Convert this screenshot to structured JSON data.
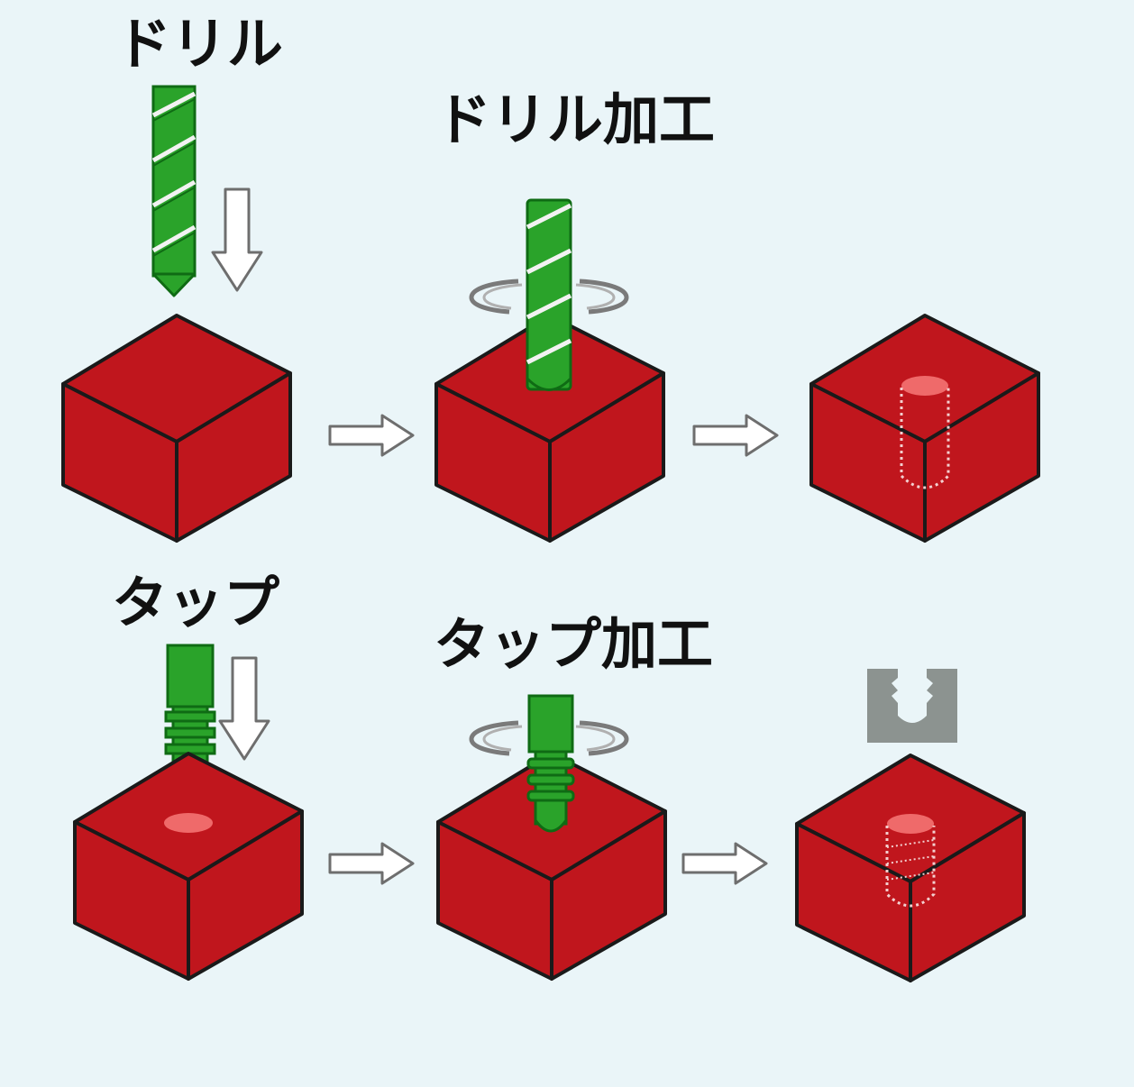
{
  "labels": {
    "drill": "ドリル",
    "drilling": "ドリル加工",
    "tap": "タップ",
    "tapping": "タップ加工"
  },
  "colors": {
    "background": "#eaf5f8",
    "block_front": "#c0161d",
    "block_edge": "#1a1a1a",
    "tool_green": "#2aa32a",
    "tool_dark": "#0f6b14",
    "hole_highlight": "#ef6a6a",
    "nut_gray": "#8c9390"
  }
}
